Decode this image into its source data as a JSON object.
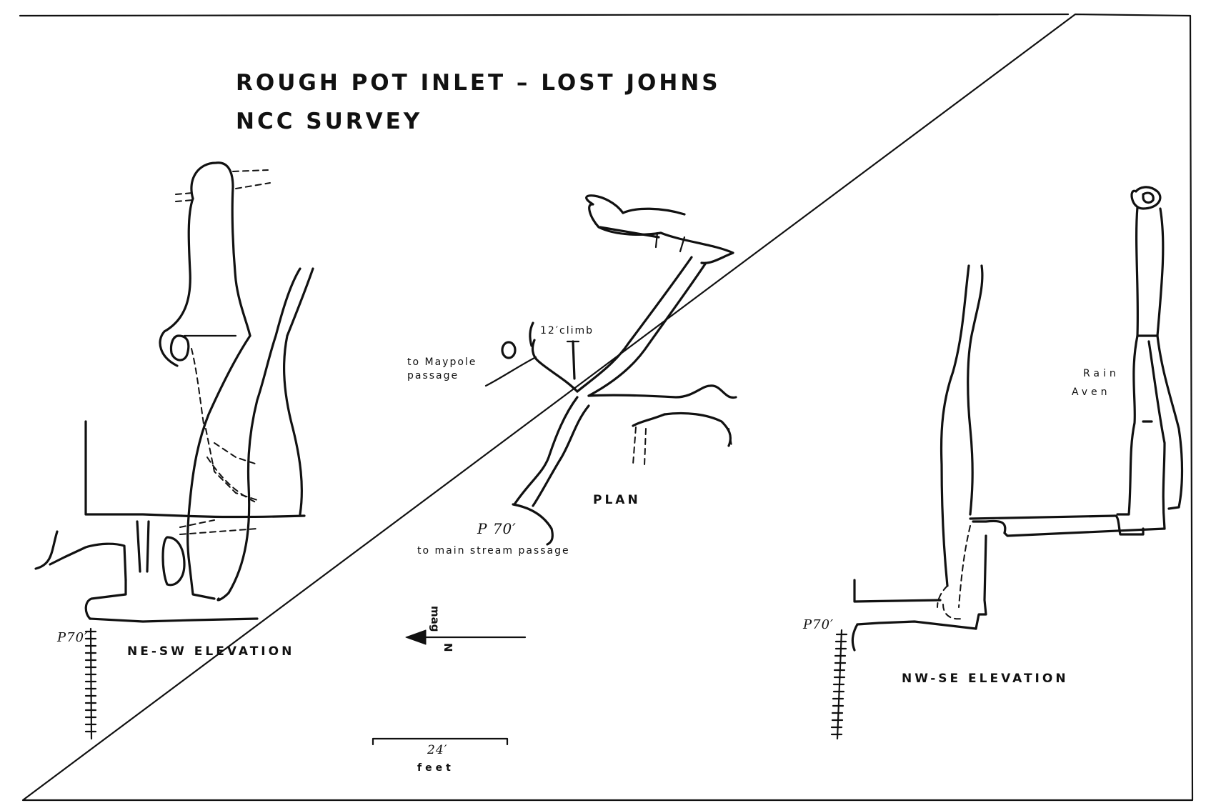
{
  "title": {
    "line1": "ROUGH POT INLET – LOST JOHNS",
    "line2": "NCC SURVEY"
  },
  "plan": {
    "caption": "PLAN",
    "climb_label": "12′climb",
    "maypole_label": "to Maypole passage",
    "pitch_label": "P 70′",
    "mainstream_label": "to main stream passage"
  },
  "left_elevation": {
    "caption": "NE-SW ELEVATION",
    "pitch_label": "P70′"
  },
  "right_elevation": {
    "caption": "NW-SE ELEVATION",
    "pitch_label": "P70′",
    "aven_label_1": "Rain",
    "aven_label_2": "Aven"
  },
  "north_arrow": {
    "n_label": "N",
    "mag_label": "mag"
  },
  "scale_bar": {
    "value_label": "24′",
    "unit_label": "feet"
  }
}
